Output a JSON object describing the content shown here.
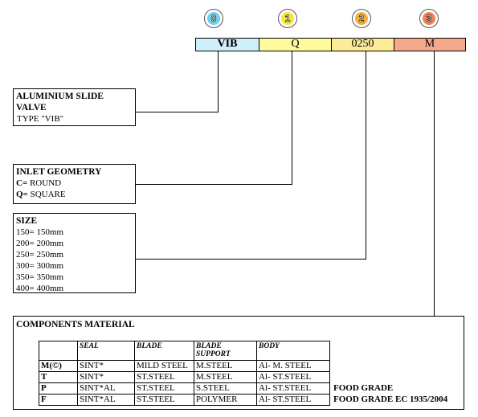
{
  "markers": [
    {
      "num": "0",
      "color": "#6fd1ee"
    },
    {
      "num": "1",
      "color": "#f2e63a"
    },
    {
      "num": "2",
      "color": "#f3b13c"
    },
    {
      "num": "3",
      "color": "#f08056"
    }
  ],
  "code": [
    {
      "text": "VIB",
      "color": "#cff0fb",
      "bold": true
    },
    {
      "text": "Q",
      "color": "#fdfb9d"
    },
    {
      "text": "0250",
      "color": "#fdeb98"
    },
    {
      "text": "M",
      "color": "#f5a88b"
    }
  ],
  "valve_box": {
    "line1": "ALUMINIUM SLIDE",
    "line2": "VALVE",
    "type": "TYPE \"VIB\""
  },
  "inlet_box": {
    "title": "INLET GEOMETRY",
    "items": [
      {
        "key": "C=",
        "value": "ROUND"
      },
      {
        "key": "Q=",
        "value": "SQUARE"
      }
    ]
  },
  "size_box": {
    "title": "SIZE",
    "items": [
      "150= 150mm",
      "200= 200mm",
      "250= 250mm",
      "300= 300mm",
      "350= 350mm",
      "400= 400mm"
    ]
  },
  "components": {
    "title": "COMPONENTS MATERIAL",
    "headers": {
      "seal": "SEAL",
      "blade": "BLADE",
      "blade_support_1": "BLADE",
      "blade_support_2": "SUPPORT",
      "body": "BODY"
    },
    "rows": [
      {
        "key": "M(©)",
        "seal": "SINT*",
        "blade": "MILD STEEL",
        "support": "M.STEEL",
        "body": "Al- M. STEEL",
        "note": ""
      },
      {
        "key": "T",
        "seal": "SINT*",
        "blade": "ST.STEEL",
        "support": "M.STEEL",
        "body": "Al- ST.STEEL",
        "note": ""
      },
      {
        "key": "P",
        "seal": "SINT*AL",
        "blade": "ST.STEEL",
        "support": "S.STEEL",
        "body": "Al- ST.STEEL",
        "note": "FOOD GRADE"
      },
      {
        "key": "F",
        "seal": "SINT*AL",
        "blade": "ST.STEEL",
        "support": "POLYMER",
        "body": "Al- ST.STEEL",
        "note": "FOOD GRADE EC 1935/2004"
      }
    ]
  }
}
